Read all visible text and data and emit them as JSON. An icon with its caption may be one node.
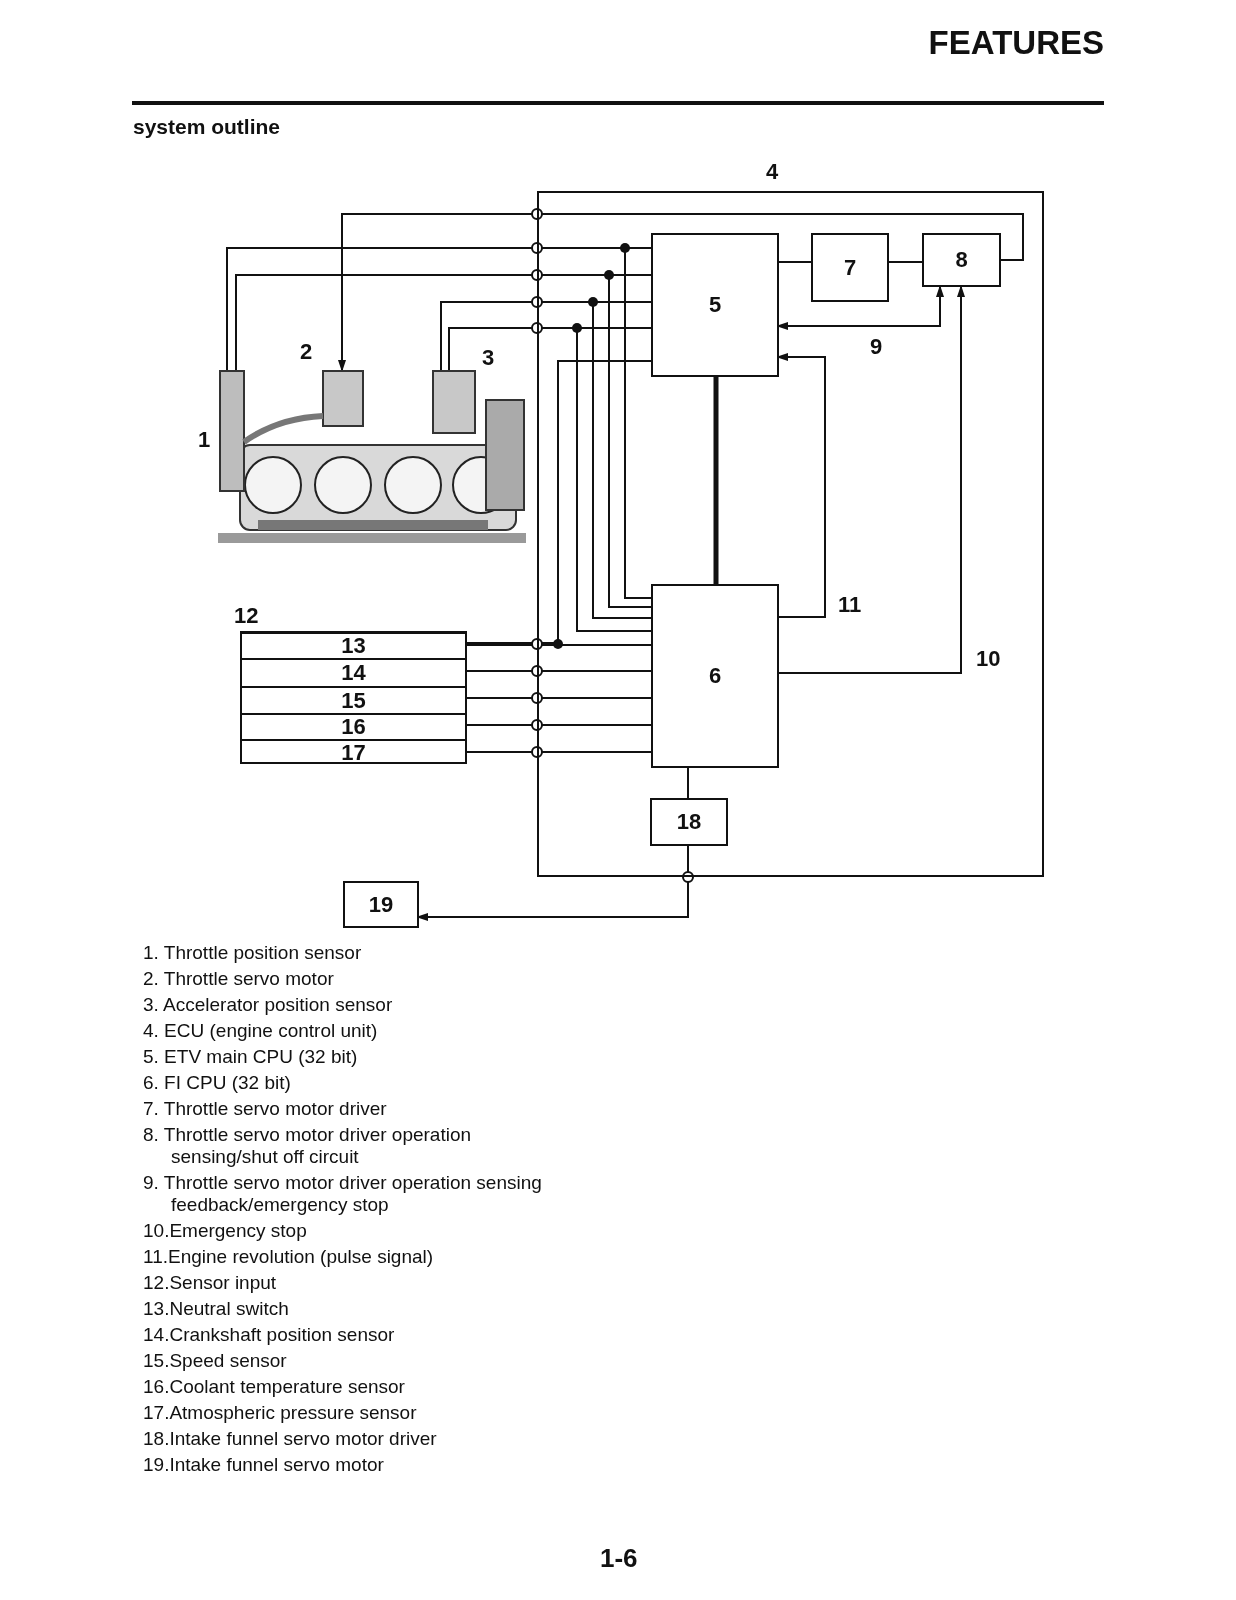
{
  "diagram": {
    "title": "system outline",
    "nodes": [
      {
        "text": [],
        "shape": "picture",
        "beside": [
          "1",
          "2",
          "3"
        ]
      },
      {
        "text": [
          "4"
        ]
      },
      {
        "text": [
          "5"
        ],
        "in": 1
      },
      {
        "text": [
          "7"
        ],
        "in": 1
      },
      {
        "text": [
          "8"
        ],
        "in": 1
      },
      {
        "text": [
          "6"
        ],
        "in": 1
      },
      {
        "text": [
          "12"
        ]
      },
      {
        "text": [
          "13"
        ],
        "in": 6
      },
      {
        "text": [
          "14"
        ],
        "in": 6
      },
      {
        "text": [
          "15"
        ],
        "in": 6
      },
      {
        "text": [
          "16"
        ],
        "in": 6
      },
      {
        "text": [
          "17"
        ],
        "in": 6
      },
      {
        "text": [
          "18"
        ],
        "in": 1
      },
      {
        "text": [
          "19"
        ]
      }
    ],
    "edges": [
      {
        "from": 4,
        "to": 0,
        "arrow": "to"
      },
      {
        "from": 0,
        "to": 2,
        "arrow": "none"
      },
      {
        "from": 0,
        "to": 5,
        "arrow": "none"
      },
      {
        "from": 0,
        "to": 2,
        "arrow": "none"
      },
      {
        "from": 0,
        "to": 5,
        "arrow": "none"
      },
      {
        "from": 0,
        "to": 2,
        "arrow": "none"
      },
      {
        "from": 0,
        "to": 5,
        "arrow": "none"
      },
      {
        "from": 0,
        "to": 2,
        "arrow": "none"
      },
      {
        "from": 0,
        "to": 5,
        "arrow": "none"
      },
      {
        "from": 2,
        "to": 3,
        "arrow": "none"
      },
      {
        "from": 3,
        "to": 4,
        "arrow": "none"
      },
      {
        "from": 2,
        "to": 4,
        "arrow": "both",
        "label": "9"
      },
      {
        "from": 5,
        "to": 2,
        "arrow": "to",
        "label": "11"
      },
      {
        "from": 5,
        "to": 4,
        "arrow": "to",
        "label": "10"
      },
      {
        "from": 2,
        "to": 5,
        "arrow": "none",
        "style": "thick"
      },
      {
        "from": 7,
        "to": 5,
        "arrow": "none"
      },
      {
        "from": 7,
        "to": 2,
        "arrow": "none"
      },
      {
        "from": 8,
        "to": 5,
        "arrow": "none"
      },
      {
        "from": 9,
        "to": 5,
        "arrow": "none"
      },
      {
        "from": 10,
        "to": 5,
        "arrow": "none"
      },
      {
        "from": 11,
        "to": 5,
        "arrow": "none"
      },
      {
        "from": 5,
        "to": 12,
        "arrow": "none"
      },
      {
        "from": 12,
        "to": 13,
        "arrow": "to"
      }
    ],
    "labels": [
      "FEATURES",
      "1. Throttle position sensor",
      "2. Throttle servo motor",
      "3. Accelerator position sensor",
      "4. ECU (engine control unit)",
      "5. ETV main CPU (32 bit)",
      "6. FI CPU (32 bit)",
      "7. Throttle servo motor driver",
      "8. Throttle servo motor driver operation sensing/shut off circuit",
      "9. Throttle servo motor driver operation sensing feedback/emergency stop",
      "10.Emergency stop",
      "11.Engine revolution (pulse signal)",
      "12.Sensor input",
      "13.Neutral switch",
      "14.Crankshaft position sensor",
      "15.Speed sensor",
      "16.Coolant temperature sensor",
      "17.Atmospheric pressure sensor",
      "18.Intake funnel servo motor driver",
      "19.Intake funnel servo motor",
      "1-6"
    ]
  }
}
